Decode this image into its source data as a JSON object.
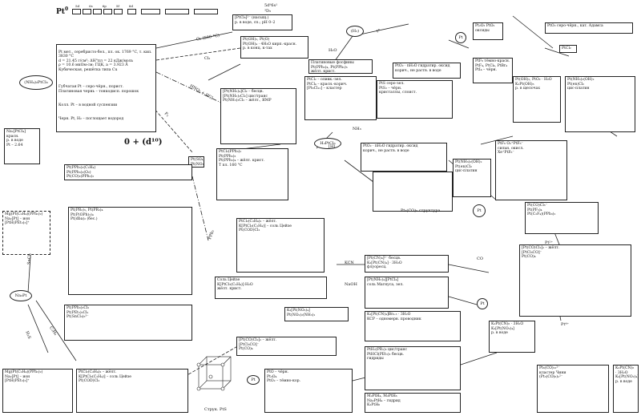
{
  "header": {
    "element": "Pt",
    "oxidation": "0",
    "config_sup": [
      "5d",
      "6s",
      "6p",
      "5f",
      "6d"
    ],
    "ground_state": "5d⁹6s¹",
    "term": "³D₃"
  },
  "center_label": "0 + (d¹⁰)",
  "ovals": {
    "nh4_pt": "(NH₄)₂PtCl₆",
    "h2ptcl6": "H₂PtCl₆",
    "na2pt": "Na₂Pt",
    "h2": "(H₂)",
    "pt": "Pt"
  },
  "boxes": {
    "metal_props": "Pt  мет., серебристо-бел., пл. ок. 1769 °C, т. кип. 3830 °C\nd = 21.45 г/см³; ΔH°пл = 22 кДж/моль\nρ = 10.6 мкОм·см; ГЦК, a = 3.923 Å\nКубическая, решётка типа Cu",
    "sponge": "Губчатая Pt  – серо-чёрн., порист.\nПлатиновая чернь – тонкодисп. порошок",
    "black": "Черн. Pt, H₂ – поглощает водород",
    "colloid": "Колл. Pt – в водной суспензии",
    "ptcl6": "[PtCl₆]²⁻ (насыщ.)\nр. в воде, сп.; рН 0–2",
    "pto2": "PtO₂ · nH₂O   гидратир. оксид\nкорич., не раств. в воде",
    "pt_o": "Pt(OH)₂, Pt(O)\nPt(OH)₄ · 4H₂O  кирп.-красн.\nр. в конц. к-тах",
    "nh3_complex": "[Pt(NH₃)₄]Cl₂ – бесцв.\n[Pt(NH₃)₂Cl₂] цис/транс\nPt(NH₃)₂Cl₂ – жёлт., ЯМР",
    "ptcl_clusters": "PtCl₂  – оливк.-зел.\nPtCl₄ – красн.-корич.\n[Pt₆Cl₁₂] – кластер",
    "plat_phosph": "Платиновые фосфины\nPt(PPh₃)₄, Pt(PPh₃)₃\nжёлт. крист.",
    "pt_s": "PtS  серо-зел.\nPtS₂ – чёрн.\nкристаллы, слоист.",
    "halides_top": "PtF₆  тёмно-красн.\nPtF₄, PtCl₄, PtBr₄\nPtI₄ – чёрн.",
    "na2ptcl4": "Na₂[PtCl₄]  красн.\nр. в воде\nPt – 2.64",
    "chain_box": "Pt(PPh₃)₂(C₂H₄)\nPt(PPh₃)₂(O₂)\nPt(CO)₂(PPh₃)₂",
    "pt_en": "Pt(PR₃)₃, Pt(PR₃)₄\nPt(P(OPh)₃)₄\nPt(dba)₂ (бес.)",
    "ptcl2_box": "PtCl₂(C₂H₄)₂ – жёлт.\nK[PtCl₃(C₂H₄)] – соль Цейзе\nPt(COD)Cl₂",
    "zeise": "Соль Цейзе\nK[PtCl₃(C₂H₄)]·H₂O\nжёлт. крист.",
    "pt_co": "[Pt(CO)Cl₂]₂  – жёлт.\n[PtCl₃CO]⁻\nPt(CO)₄",
    "ptcn": "[Pt(CN)₄]²⁻  бесцв.\nK₂[Pt(CN)₄] · 3H₂O\nфлуоресц.",
    "magnus": "[Pt(NH₃)₄][PtCl₄]\nсоль Магнуса, зел.",
    "mx_chain": "K₂[Pt(CN)₄]Br₀.₃ · 3H₂O\nKCP – одномерн. проводник",
    "pt_lower": "PtO  – чёрн.\nPt₃O₄\nPtO₂ – тёмно-кор.",
    "pt_struct": "Pt₆(CO)₁₂²⁻\nкластер Чини\n(Pt₃(CO)₆)ₙ²⁻",
    "pt_left_bottom": "Mg(Pt(C₂H₄)(PPh₃)₂)\nNa₂[Pt] – ион\n[PtH(PEt₃)₃]⁺",
    "pt_bottom_mid": "Pt(PPh₃)₂Cl₂\nPt(PEt₃)₂Cl₂\nPt(SnCl₃)₅³⁻",
    "pt_bottom_r1": "PtH₂(PR₃)₂  цис/транс\nPtHCl(PEt₃)₂  бесцв.\nгидриды",
    "pt_bottom_r2": "M₂PtH₄, M₂PtH₆\nNa₂PtH₄ – гидрид\nK₂PtH₆",
    "pt_right_top": "Pt(OH)₂, PtO₂ · H₂O\nK₂Pt(OH)₆\nр. в щелочах",
    "pt_right_mid": "Pt(NH₃)₂(OH)₂\nPt(en)Cl₂\nцис-платин",
    "pt_right_low": "Pt(CO)Cl₃⁻\nPt(PF₃)₄\nPt(C₂F₄)(PPh₃)₂",
    "pt_right_bottom": "K₂Pt(CN)₆ · 3H₂O\nK₂[Pt(NO₂)₄]\nр. в воде",
    "ptf6_right": "PtF₆  O₂⁺PtF₆⁻\nсильн. окисл.\nXe⁺PtF₆⁻",
    "pt2o3": "Pt₂O₃  PtO₂\nоксиды",
    "pto2_top_right": "PtO₂  серо-чёрн., кат. Адамса",
    "ptcl_top_right": "PtCl₂",
    "nitrite": "K₂[Pt(NO₂)₄]\nPt(NO₂)₂(NH₃)₂",
    "sulfato": "Pt(SO₄)₂\nPt(NO₃)₂",
    "center_big": "PtCl₂(PPh₃)₂\nPt(PPh₃)₃\nPt(PPh₃)₄ – жёлт. крист.\nT пл. 160 °C",
    "cluster_pic_label": "Pt₃(CO)₆\nструктура"
  },
  "reagents": {
    "o2": "O₂ (500 °C)",
    "cl2": "Cl₂",
    "hcl": "HCl",
    "h2o": "H₂O",
    "nh3": "NH₃",
    "co": "CO",
    "heat": "t°",
    "pph3": "PPh₃",
    "kcn": "KCN",
    "naoh": "NaOH",
    "hno3": "HNO₃ + HCl",
    "f2": "F₂",
    "h2s": "H₂S",
    "c2h4": "C₂H₄",
    "sncl2": "SnCl₂",
    "red": "[H]",
    "pt2": "Pt²⁺",
    "pt4": "Pt⁴⁺"
  },
  "lattice_label": "Струк. PtS",
  "colors": {
    "line": "#222222",
    "blue_atom": "#4a7fc0",
    "gray_atom": "#777777"
  }
}
